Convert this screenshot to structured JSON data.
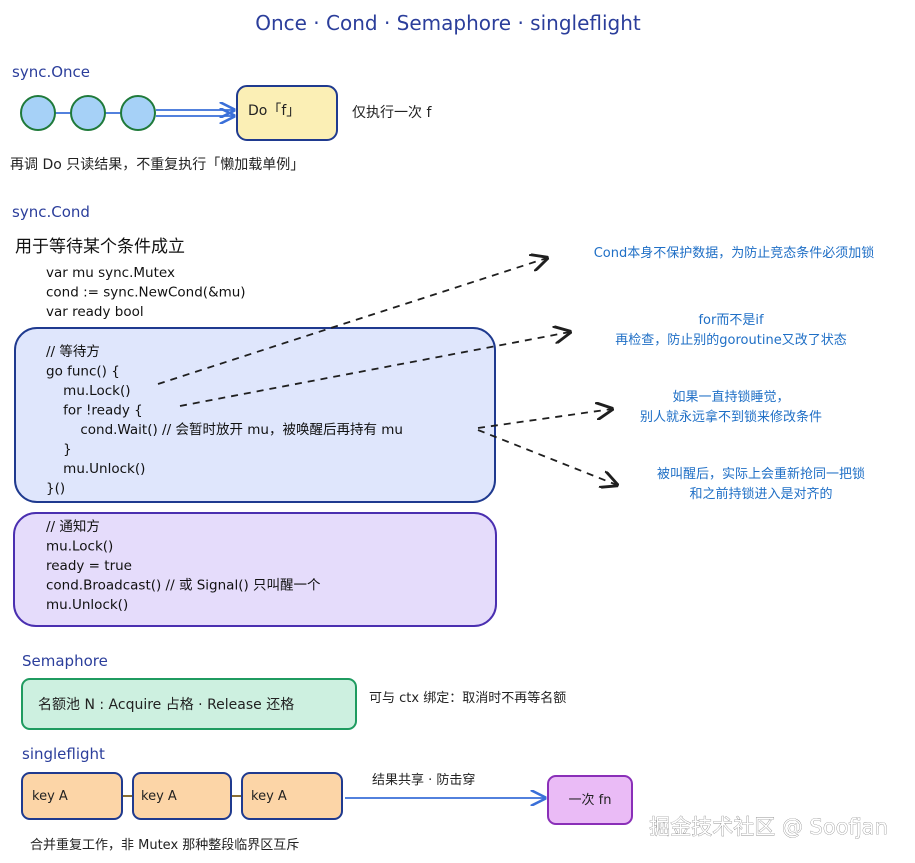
{
  "title": "Once · Cond · Semaphore · singleflight",
  "once": {
    "heading": "sync.Once",
    "box_label": "Do「f」",
    "box_note": "仅执行一次 f",
    "caption": "再调 Do 只读结果，不重复执行「懒加载单例」"
  },
  "cond": {
    "heading": "sync.Cond",
    "subtitle": "用于等待某个条件成立",
    "decl_lines": [
      "var mu sync.Mutex",
      "cond := sync.NewCond(&mu)",
      "var ready bool"
    ],
    "waiter_lines": [
      "// 等待方",
      "go func() {",
      "    mu.Lock()",
      "    for !ready {",
      "        cond.Wait() // 会暂时放开 mu，被唤醒后再持有 mu",
      "    }",
      "    mu.Unlock()",
      "}()"
    ],
    "notifier_lines": [
      "// 通知方",
      "mu.Lock()",
      "ready = true",
      "cond.Broadcast() // 或 Signal() 只叫醒一个",
      "mu.Unlock()"
    ],
    "notes": [
      [
        "Cond本身不保护数据，为防止竞态条件必须加锁"
      ],
      [
        "for而不是if",
        "再检查，防止别的goroutine又改了状态"
      ],
      [
        "如果一直持锁睡觉，",
        "别人就永远拿不到锁来修改条件"
      ],
      [
        "被叫醒后，实际上会重新抢同一把锁",
        "和之前持锁进入是对齐的"
      ]
    ]
  },
  "semaphore": {
    "heading": "Semaphore",
    "box_label": "名额池 N : Acquire 占格 · Release 还格",
    "note": "可与 ctx 绑定：取消时不再等名额"
  },
  "singleflight": {
    "heading": "singleflight",
    "keys": [
      "key A",
      "key A",
      "key A"
    ],
    "arrow_label": "结果共享 · 防击穿",
    "result_label": "一次 fn",
    "caption": "合并重复工作，非 Mutex 那种整段临界区互斥"
  },
  "watermark": "掘金技术社区 @ Soofjan",
  "colors": {
    "heading": "#2b3e9b",
    "note": "#1f6fc6",
    "once_circle": "#a6d1f7",
    "once_box": "#fbefb5",
    "waiter_box": "#dfe6fc",
    "notifier_box": "#e5dcfb",
    "semaphore_box": "#cdf0e0",
    "key_box": "#fcd5a7",
    "result_box": "#eabbf6"
  }
}
